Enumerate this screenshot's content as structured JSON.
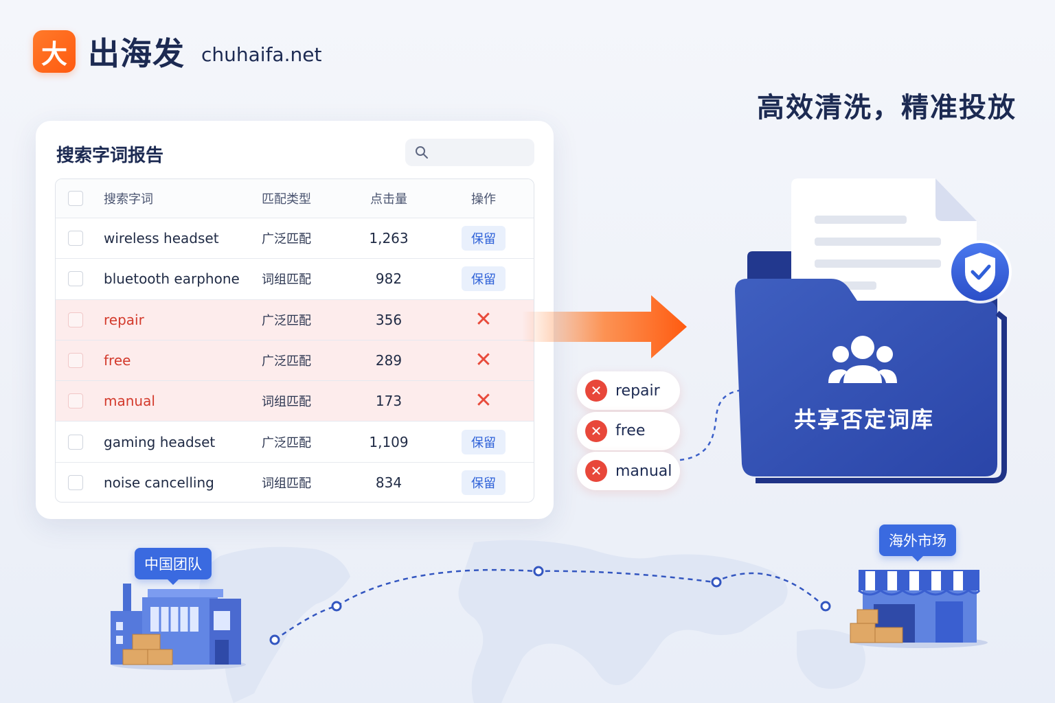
{
  "brand": {
    "name": "出海发",
    "domain": "chuhaifa.net",
    "mark_glyph": "大"
  },
  "tagline": "高效清洗，精准投放",
  "report": {
    "title": "搜索字词报告",
    "search": {
      "placeholder": ""
    },
    "columns": {
      "term": "搜索字词",
      "match_type": "匹配类型",
      "clicks": "点击量",
      "action": "操作"
    },
    "rows": [
      {
        "term": "wireless headset",
        "match_type": "广泛匹配",
        "clicks": "1,263",
        "action": "保留",
        "negative": false
      },
      {
        "term": "bluetooth earphone",
        "match_type": "词组匹配",
        "clicks": "982",
        "action": "保留",
        "negative": false
      },
      {
        "term": "repair",
        "match_type": "广泛匹配",
        "clicks": "356",
        "action": "✕",
        "negative": true
      },
      {
        "term": "free",
        "match_type": "广泛匹配",
        "clicks": "289",
        "action": "✕",
        "negative": true
      },
      {
        "term": "manual",
        "match_type": "词组匹配",
        "clicks": "173",
        "action": "✕",
        "negative": true
      },
      {
        "term": "gaming headset",
        "match_type": "广泛匹配",
        "clicks": "1,109",
        "action": "保留",
        "negative": false
      },
      {
        "term": "noise cancelling",
        "match_type": "词组匹配",
        "clicks": "834",
        "action": "保留",
        "negative": false
      }
    ]
  },
  "negative_chips": [
    "repair",
    "free",
    "manual"
  ],
  "folder": {
    "label": "共享否定词库"
  },
  "origin_tag": "中国团队",
  "market_tag": "海外市场",
  "colors": {
    "brand": "#ff5a10",
    "navy": "#1c2a52",
    "blue": "#3a6ae0",
    "negative": "#e8473a"
  }
}
